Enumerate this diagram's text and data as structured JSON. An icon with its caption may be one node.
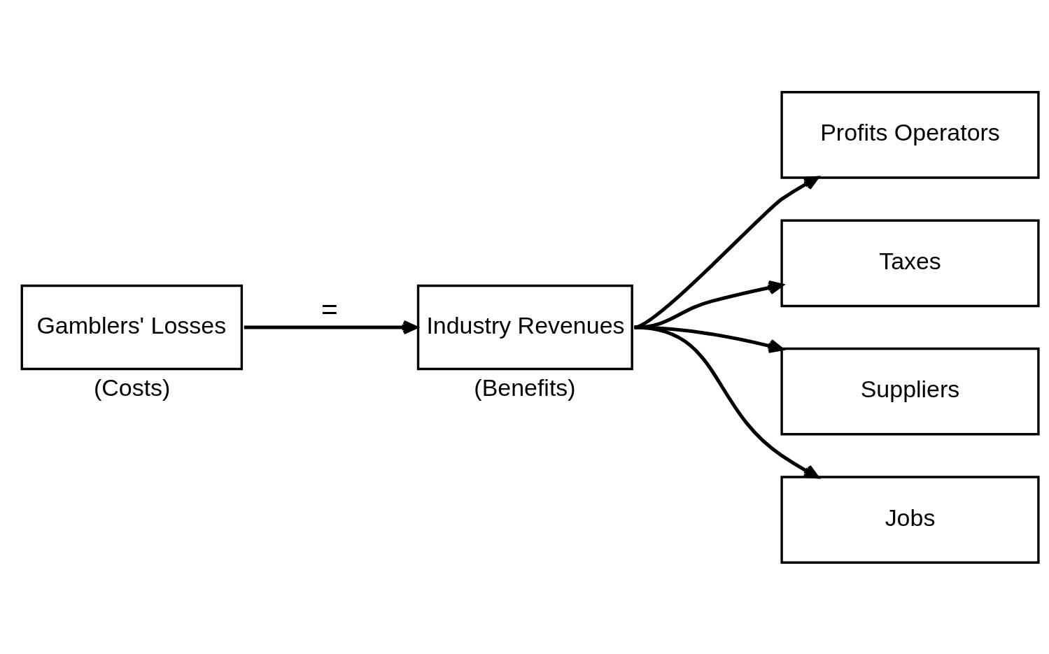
{
  "diagram": {
    "nodes": [
      {
        "text": [
          "Gamblers' Losses"
        ],
        "beside": [
          "(Costs)"
        ]
      },
      {
        "text": [
          "Industry Revenues"
        ],
        "beside": [
          "(Benefits)"
        ]
      },
      {
        "text": [
          "Profits Operators"
        ]
      },
      {
        "text": [
          "Taxes"
        ]
      },
      {
        "text": [
          "Suppliers"
        ]
      },
      {
        "text": [
          "Jobs"
        ]
      }
    ],
    "edges": [
      {
        "from": 0,
        "to": 1,
        "arrow": "to",
        "label": "="
      },
      {
        "from": 1,
        "to": 2,
        "arrow": "to"
      },
      {
        "from": 1,
        "to": 3,
        "arrow": "to"
      },
      {
        "from": 1,
        "to": 4,
        "arrow": "to"
      },
      {
        "from": 1,
        "to": 5,
        "arrow": "to"
      }
    ]
  }
}
